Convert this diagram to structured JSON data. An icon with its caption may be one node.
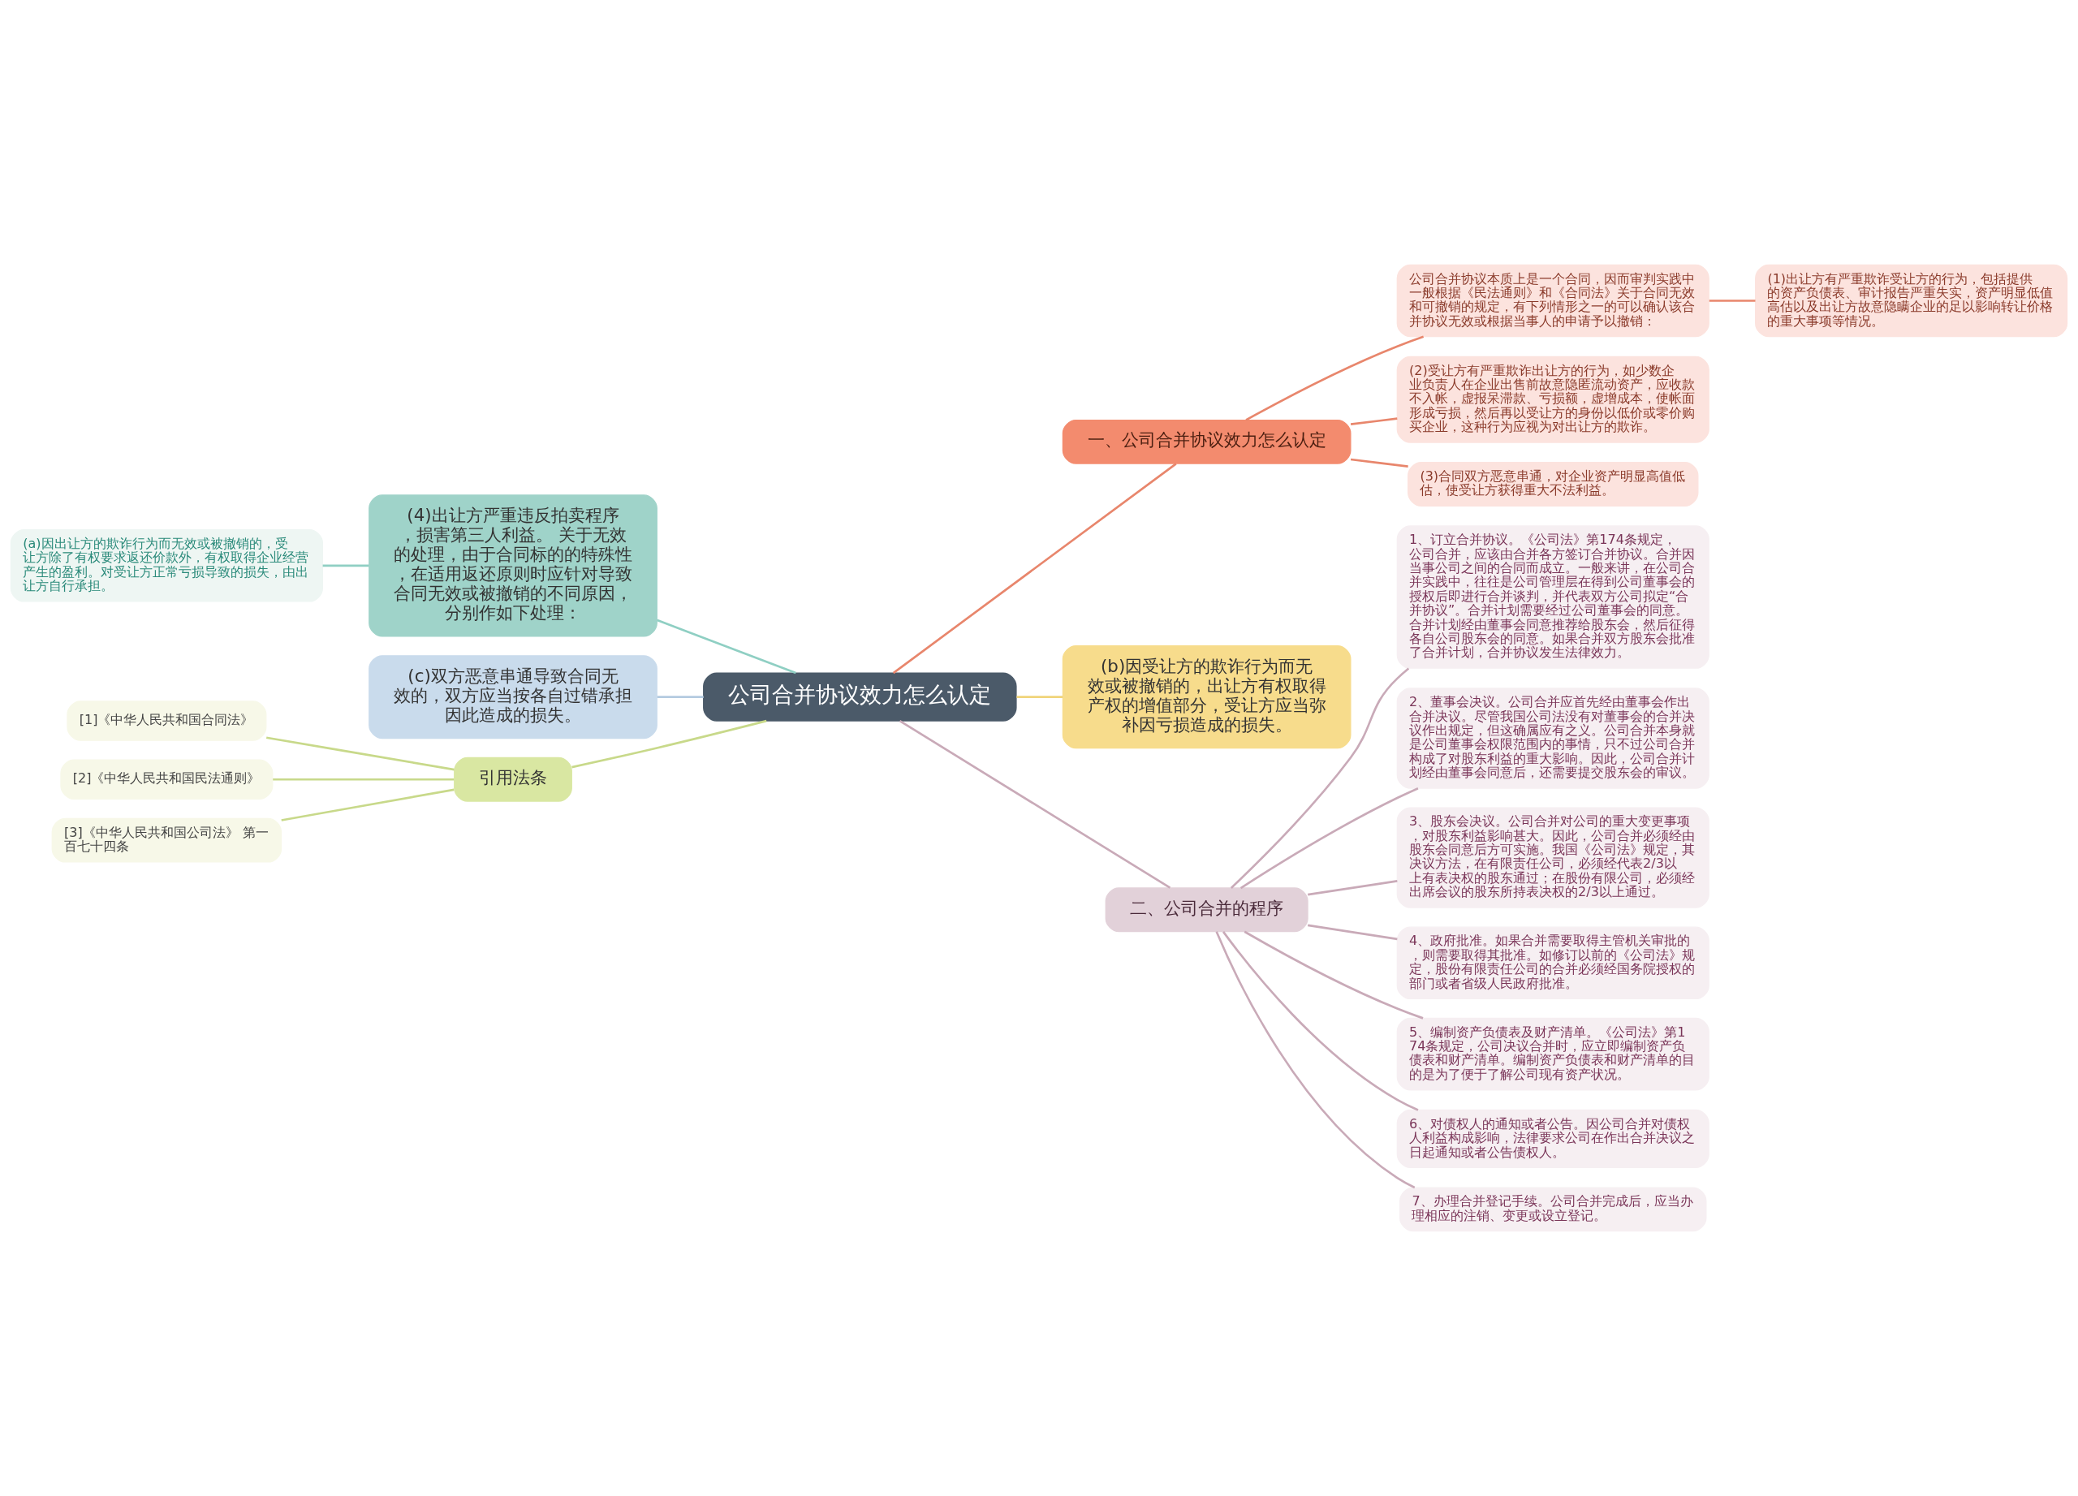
{
  "diagram": {
    "nodes": [
      {
        "text": [
          "公司合并协议效力怎么认定"
        ]
      },
      {
        "text": [
          "一、公司合并协议效力怎么认定"
        ]
      },
      {
        "text": [
          "公司合并协议本质上是一个合同，因而审判实践中一般根据《民法通则》和《合同法》关于合同无效和可撤销的规定，有下列情形之一的可以确认该合并协议无效或根据当事人的申请予以撤销："
        ]
      },
      {
        "text": [
          "(1)出让方有严重欺诈受让方的行为，包括提供的资产负债表、审计报告严重失实，资产明显低值高估以及出让方故意隐瞒企业的足以影响转让价格的重大事项等情况。"
        ]
      },
      {
        "text": [
          "(2)受让方有严重欺诈出让方的行为，如少数企业负责人在企业出售前故意隐匿流动资产，应收款不入帐，虚报呆滞款、亏损额，虚增成本，使帐面形成亏损，然后再以受让方的身份以低价或零价购买企业，这种行为应视为对出让方的欺诈。"
        ]
      },
      {
        "text": [
          "(3)合同双方恶意串通，对企业资产明显高值低估，使受让方获得重大不法利益。"
        ]
      },
      {
        "text": [
          "(b)因受让方的欺诈行为而无效或被撤销的，出让方有权取得产权的增值部分，受让方应当弥补因亏损造成的损失。"
        ]
      },
      {
        "text": [
          "二、公司合并的程序"
        ]
      },
      {
        "text": [
          "1、订立合并协议。《公司法》第174条规定，公司合并，应该由合并各方签订合并协议。合并因当事公司之间的合同而成立。一般来讲，在公司合并实践中，往往是公司管理层在得到公司董事会的授权后即进行合并谈判，并代表双方公司拟定“合并协议”。合并计划需要经过公司董事会的同意。合并计划经由董事会同意推荐给股东会，然后征得各自公司股东会的同意。如果合并双方股东会批准了合并计划，合并协议发生法律效力。"
        ]
      },
      {
        "text": [
          "2、董事会决议。公司合并应首先经由董事会作出合并决议。尽管我国公司法没有对董事会的合并决议作出规定，但这确属应有之义。公司合并本身就是公司董事会权限范围内的事情，只不过公司合并构成了对股东利益的重大影响。因此，公司合并计划经由董事会同意后，还需要提交股东会的审议。"
        ]
      },
      {
        "text": [
          "3、股东会决议。公司合并对公司的重大变更事项，对股东利益影响甚大。因此，公司合并必须经由股东会同意后方可实施。我国《公司法》规定，其决议方法，在有限责任公司，必须经代表2/3以上有表决权的股东通过；在股份有限公司，必须经出席会议的股东所持表决权的2/3以上通过。"
        ]
      },
      {
        "text": [
          "4、政府批准。如果合并需要取得主管机关审批的，则需要取得其批准。如修订以前的《公司法》规定，股份有限责任公司的合并必须经国务院授权的部门或者省级人民政府批准。"
        ]
      },
      {
        "text": [
          "5、编制资产负债表及财产清单。《公司法》第174条规定，公司决议合并时，应立即编制资产负债表和财产清单。编制资产负债表和财产清单的目的是为了便于了解公司现有资产状况。"
        ]
      },
      {
        "text": [
          "6、对债权人的通知或者公告。因公司合并对债权人利益构成影响，法律要求公司在作出合并决议之日起通知或者公告债权人。"
        ]
      },
      {
        "text": [
          "7、办理合并登记手续。公司合并完成后，应当办理相应的注销、变更或设立登记。"
        ]
      },
      {
        "text": [
          "(4)出让方严重违反拍卖程序，损害第三人利益。 关于无效的处理，由于合同标的的特殊性，在适用返还原则时应针对导致合同无效或被撤销的不同原因，分别作如下处理："
        ]
      },
      {
        "text": [
          "(a)因出让方的欺诈行为而无效或被撤销的，受让方除了有权要求返还价款外，有权取得企业经营产生的盈利。对受让方正常亏损导致的损失，由出让方自行承担。"
        ]
      },
      {
        "text": [
          "(c)双方恶意串通导致合同无效的，双方应当按各自过错承担因此造成的损失。"
        ]
      },
      {
        "text": [
          "引用法条"
        ]
      },
      {
        "text": [
          "[1]《中华人民共和国合同法》"
        ]
      },
      {
        "text": [
          "[2]《中华人民共和国民法通则》"
        ]
      },
      {
        "text": [
          "[3]《中华人民共和国公司法》 第一百七十四条"
        ]
      }
    ],
    "edges": [
      {
        "from": 0,
        "to": 1,
        "arrow": "none",
        "color": "#e8866c"
      },
      {
        "from": 1,
        "to": 2,
        "arrow": "none",
        "color": "#e8866c"
      },
      {
        "from": 2,
        "to": 3,
        "arrow": "none",
        "color": "#e8866c"
      },
      {
        "from": 1,
        "to": 4,
        "arrow": "none",
        "color": "#e8866c"
      },
      {
        "from": 1,
        "to": 5,
        "arrow": "none",
        "color": "#e8866c"
      },
      {
        "from": 0,
        "to": 6,
        "arrow": "none",
        "color": "#f0d47a"
      },
      {
        "from": 0,
        "to": 7,
        "arrow": "none"
      },
      {
        "from": 7,
        "to": 8,
        "arrow": "none"
      },
      {
        "from": 7,
        "to": 9,
        "arrow": "none"
      },
      {
        "from": 7,
        "to": 10,
        "arrow": "none"
      },
      {
        "from": 7,
        "to": 11,
        "arrow": "none"
      },
      {
        "from": 7,
        "to": 12,
        "arrow": "none"
      },
      {
        "from": 7,
        "to": 13,
        "arrow": "none"
      },
      {
        "from": 7,
        "to": 14,
        "arrow": "none"
      },
      {
        "from": 0,
        "to": 15,
        "arrow": "none",
        "color": "#8fcfc3"
      },
      {
        "from": 15,
        "to": 16,
        "arrow": "none",
        "color": "#8fcfc3"
      },
      {
        "from": 0,
        "to": 17,
        "arrow": "none",
        "color": "#b4cbe0"
      },
      {
        "from": 0,
        "to": 18,
        "arrow": "none",
        "color": "#c8d98a"
      },
      {
        "from": 18,
        "to": 19,
        "arrow": "none",
        "color": "#c8d98a"
      },
      {
        "from": 18,
        "to": 20,
        "arrow": "none",
        "color": "#c8d98a"
      },
      {
        "from": 18,
        "to": 21,
        "arrow": "none",
        "color": "#c8d98a"
      }
    ]
  }
}
